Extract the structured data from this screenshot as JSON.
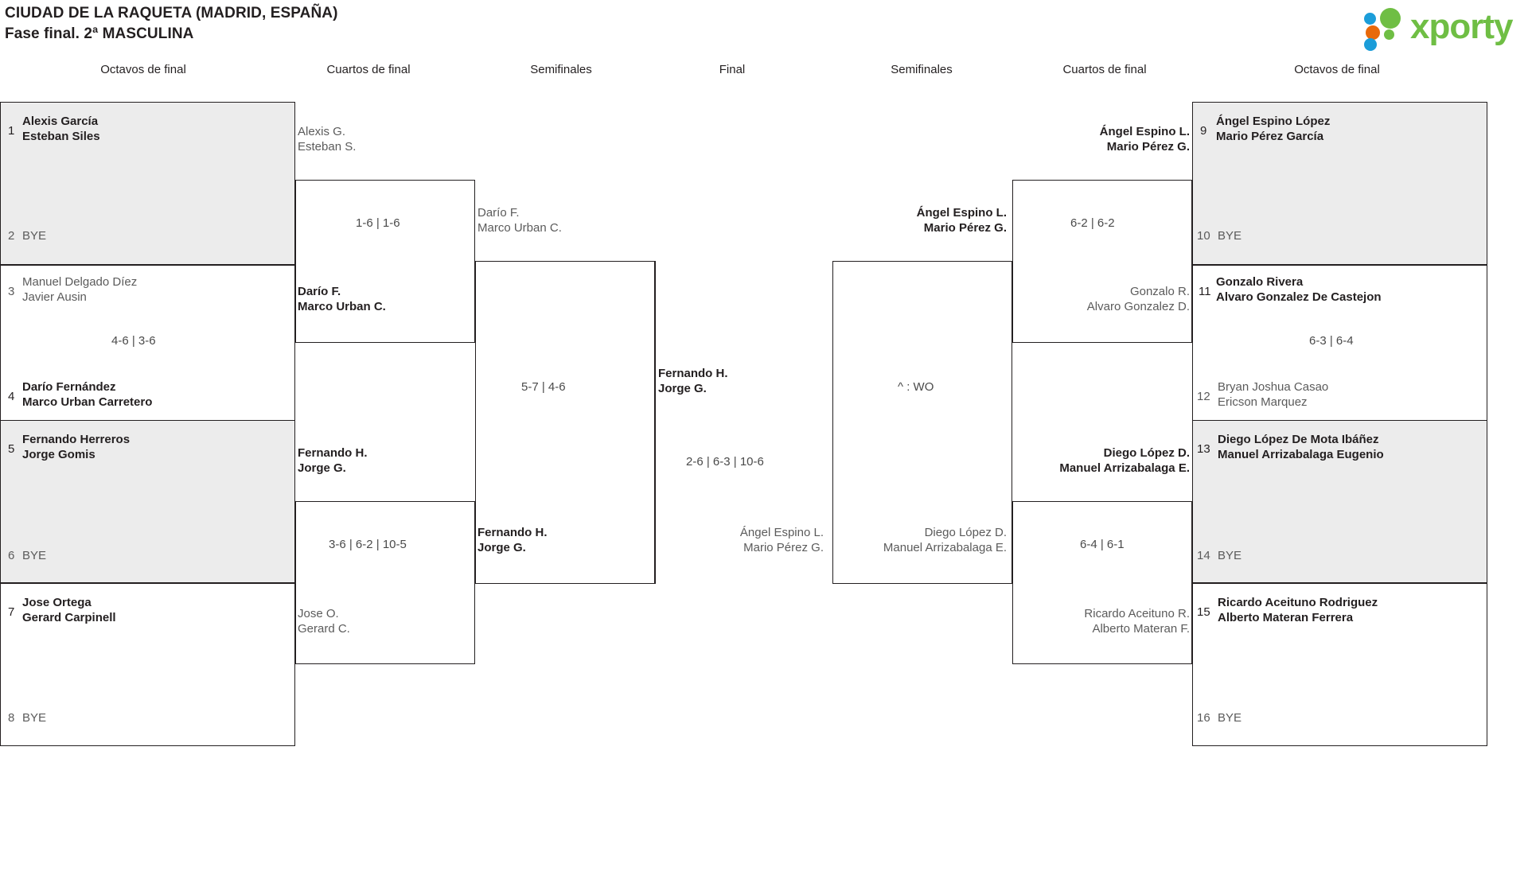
{
  "header": {
    "title": "CIUDAD DE LA RAQUETA (MADRID, ESPAÑA)",
    "subtitle": "Fase final. 2ª MASCULINA",
    "logo_text": "xporty",
    "logo_colors": {
      "green": "#6fbe44",
      "blue": "#1b9dd9",
      "orange": "#e8690b"
    }
  },
  "rounds": {
    "left_r16": "Octavos de final",
    "left_qf": "Cuartos de final",
    "left_sf": "Semifinales",
    "final": "Final",
    "right_sf": "Semifinales",
    "right_qf": "Cuartos de final",
    "right_r16": "Octavos de final"
  },
  "bye_label": "BYE",
  "left_r16": [
    {
      "seed": "1",
      "p1": "Alexis García",
      "p2": "Esteban Siles",
      "winner": true,
      "shaded": true
    },
    {
      "seed": "2",
      "p1": "BYE",
      "p2": "",
      "winner": false,
      "shaded": true
    },
    {
      "seed": "3",
      "p1": "Manuel Delgado Díez",
      "p2": "Javier Ausin",
      "winner": false,
      "shaded": false
    },
    {
      "seed": "4",
      "p1": "Darío Fernández",
      "p2": "Marco Urban Carretero",
      "winner": true,
      "shaded": false
    },
    {
      "seed": "5",
      "p1": "Fernando Herreros",
      "p2": "Jorge Gomis",
      "winner": true,
      "shaded": true
    },
    {
      "seed": "6",
      "p1": "BYE",
      "p2": "",
      "winner": false,
      "shaded": true
    },
    {
      "seed": "7",
      "p1": "Jose Ortega",
      "p2": "Gerard Carpinell",
      "winner": true,
      "shaded": false
    },
    {
      "seed": "8",
      "p1": "BYE",
      "p2": "",
      "winner": false,
      "shaded": false
    }
  ],
  "right_r16": [
    {
      "seed": "9",
      "p1": "Ángel Espino López",
      "p2": "Mario Pérez García",
      "winner": true,
      "shaded": true
    },
    {
      "seed": "10",
      "p1": "BYE",
      "p2": "",
      "winner": false,
      "shaded": true
    },
    {
      "seed": "11",
      "p1": "Gonzalo Rivera",
      "p2": "Alvaro Gonzalez De Castejon",
      "winner": true,
      "shaded": false
    },
    {
      "seed": "12",
      "p1": "Bryan Joshua Casao",
      "p2": "Ericson Marquez",
      "winner": false,
      "shaded": false
    },
    {
      "seed": "13",
      "p1": "Diego López De Mota Ibáñez",
      "p2": "Manuel Arrizabalaga Eugenio",
      "winner": true,
      "shaded": true
    },
    {
      "seed": "14",
      "p1": "BYE",
      "p2": "",
      "winner": false,
      "shaded": true
    },
    {
      "seed": "15",
      "p1": "Ricardo Aceituno Rodriguez",
      "p2": "Alberto Materan Ferrera",
      "winner": true,
      "shaded": false
    },
    {
      "seed": "16",
      "p1": "BYE",
      "p2": "",
      "winner": false,
      "shaded": false
    }
  ],
  "r16_scores": {
    "left_m2": "4-6 | 3-6",
    "right_m2": "6-3 | 6-4"
  },
  "left_qf": [
    {
      "p1": "Alexis G.",
      "p2": "Esteban S.",
      "winner": false,
      "score": "1-6 | 1-6"
    },
    {
      "p1": "Darío F.",
      "p2": "Marco Urban C.",
      "winner": true,
      "score": ""
    },
    {
      "p1": "Fernando H.",
      "p2": "Jorge G.",
      "winner": true,
      "score": "3-6 | 6-2 | 10-5"
    },
    {
      "p1": "Jose O.",
      "p2": "Gerard C.",
      "winner": false,
      "score": ""
    }
  ],
  "right_qf": [
    {
      "p1": "Ángel Espino L.",
      "p2": "Mario Pérez G.",
      "winner": true,
      "score": "6-2 | 6-2"
    },
    {
      "p1": "Gonzalo R.",
      "p2": "Alvaro Gonzalez D.",
      "winner": false,
      "score": ""
    },
    {
      "p1": "Diego López D.",
      "p2": "Manuel Arrizabalaga E.",
      "winner": true,
      "score": "6-4 | 6-1"
    },
    {
      "p1": "Ricardo Aceituno R.",
      "p2": "Alberto Materan F.",
      "winner": false,
      "score": ""
    }
  ],
  "left_sf": [
    {
      "p1": "Darío F.",
      "p2": "Marco Urban C.",
      "winner": false,
      "score": "5-7 | 4-6"
    },
    {
      "p1": "Fernando H.",
      "p2": "Jorge G.",
      "winner": true,
      "score": ""
    }
  ],
  "right_sf": [
    {
      "p1": "Ángel Espino L.",
      "p2": "Mario Pérez G.",
      "winner": true,
      "score": "^ : WO"
    },
    {
      "p1": "Diego López D.",
      "p2": "Manuel Arrizabalaga E.",
      "winner": false,
      "score": ""
    }
  ],
  "final_match": {
    "top_p1": "Fernando H.",
    "top_p2": "Jorge G.",
    "top_winner": true,
    "score": "2-6 | 6-3 | 10-6",
    "bottom_p1": "Ángel Espino L.",
    "bottom_p2": "Mario Pérez G.",
    "bottom_winner": false
  }
}
